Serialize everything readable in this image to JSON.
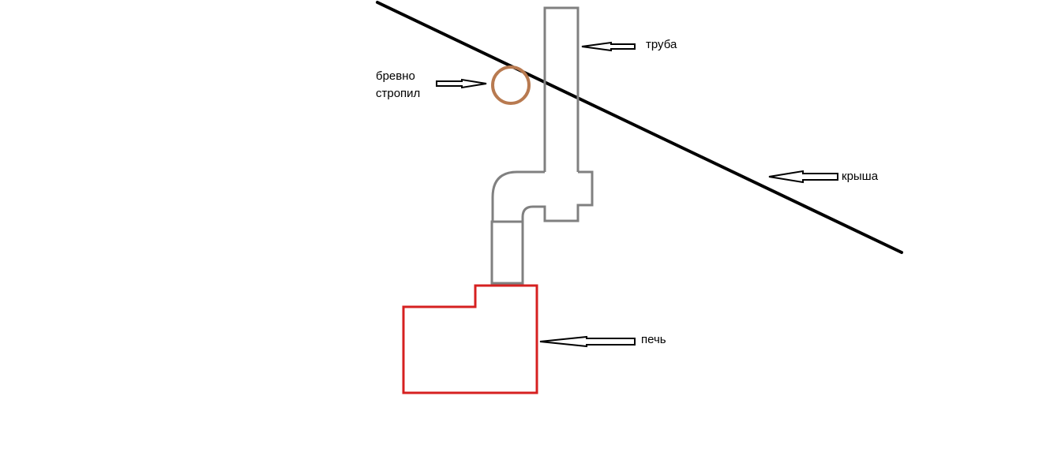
{
  "labels": {
    "pipe": "труба",
    "roof": "крыша",
    "stove": "печь",
    "log_line1": "бревно",
    "log_line2": "стропил"
  },
  "colors": {
    "roof": "#000000",
    "pipe": "#808080",
    "stove": "#d62020",
    "log": "#b87a50",
    "arrow": "#000000"
  }
}
